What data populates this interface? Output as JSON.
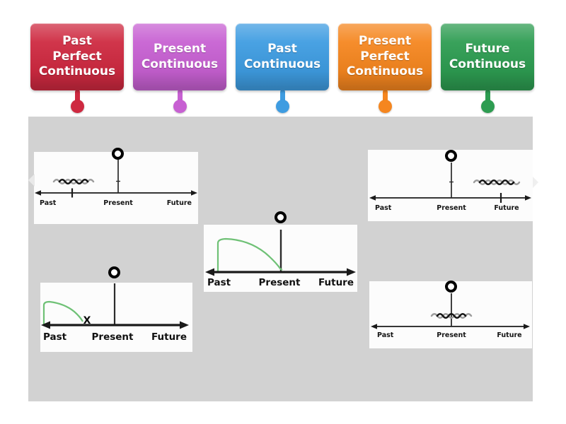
{
  "board": {
    "background": "#d2d2d2",
    "card_background": "#fcfcfc"
  },
  "tags": [
    {
      "text": "Past Perfect Continuous",
      "lines": [
        "Past",
        "Perfect",
        "Continuous"
      ],
      "color": "#ce2940"
    },
    {
      "text": "Present Continuous",
      "lines": [
        "Present",
        "Continuous"
      ],
      "color": "#c760d2"
    },
    {
      "text": "Past Continuous",
      "lines": [
        "Past",
        "Continuous"
      ],
      "color": "#3e9ce1"
    },
    {
      "text": "Present Perfect Continuous",
      "lines": [
        "Present",
        "Perfect",
        "Continuous"
      ],
      "color": "#f5861f"
    },
    {
      "text": "Future Continuous",
      "lines": [
        "Future",
        "Continuous"
      ],
      "color": "#2d9c51"
    }
  ],
  "diagrams": [
    {
      "name": "wavy-line-in-past",
      "past": "Past",
      "present": "Present",
      "future": "Future"
    },
    {
      "name": "wavy-line-at-future",
      "past": "Past",
      "present": "Present",
      "future": "Future"
    },
    {
      "name": "green-curve-past-to-present",
      "past": "Past",
      "present": "Present",
      "future": "Future"
    },
    {
      "name": "green-curve-ends-in-past",
      "past": "Past",
      "present": "Present",
      "future": "Future",
      "x_marker": "X"
    },
    {
      "name": "wavy-line-at-present",
      "past": "Past",
      "present": "Present",
      "future": "Future"
    }
  ],
  "colors": {
    "curve_green": "#6fc176",
    "squiggle_dark": "#161616",
    "squiggle_gray": "#9c9c9c",
    "ring": "#000000"
  }
}
